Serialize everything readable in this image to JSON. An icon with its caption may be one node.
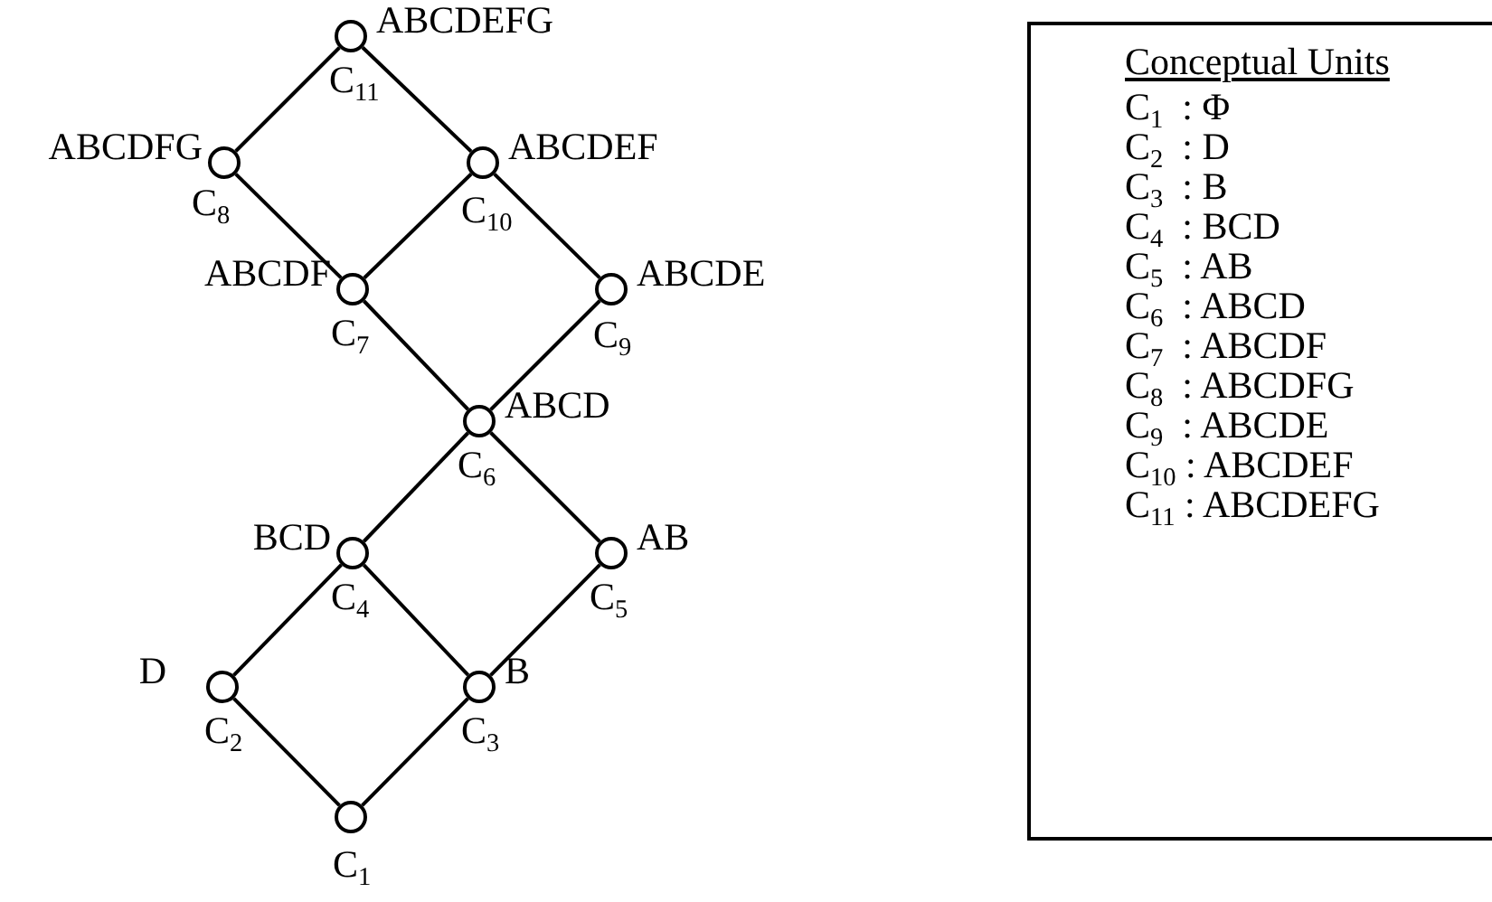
{
  "diagram": {
    "nodes": [
      {
        "text": [
          "ABCDEFG",
          "C$_{11}$"
        ]
      },
      {
        "text": [
          "ABCDFG",
          "C$_{8}$"
        ]
      },
      {
        "text": [
          "ABCDEF",
          "C$_{10}$"
        ]
      },
      {
        "text": [
          "ABCDF",
          "C$_{7}$"
        ]
      },
      {
        "text": [
          "ABCDE",
          "C$_{9}$"
        ]
      },
      {
        "text": [
          "ABCD",
          "C$_{6}$"
        ]
      },
      {
        "text": [
          "BCD",
          "C$_{4}$"
        ]
      },
      {
        "text": [
          "AB",
          "C$_{5}$"
        ]
      },
      {
        "text": [
          "D",
          "C$_{2}$"
        ]
      },
      {
        "text": [
          "B",
          "C$_{3}$"
        ]
      },
      {
        "text": [
          "C$_{1}$"
        ]
      },
      {
        "text": [
          "Conceptual Units",
          "C$_{1}$  : Φ",
          "C$_{2}$  : D",
          "C$_{3}$  : B",
          "C$_{4}$  : BCD",
          "C$_{5}$  : AB",
          "C$_{6}$  : ABCD",
          "C$_{7}$  : ABCDF",
          "C$_{8}$  : ABCDFG",
          "C$_{9}$  : ABCDE",
          "C$_{10}$ : ABCDEF",
          "C$_{11}$ : ABCDEFG"
        ]
      }
    ],
    "edges": [
      {
        "from": 10,
        "to": 8,
        "arrow": "none"
      },
      {
        "from": 10,
        "to": 9,
        "arrow": "none"
      },
      {
        "from": 8,
        "to": 6,
        "arrow": "none"
      },
      {
        "from": 9,
        "to": 6,
        "arrow": "none"
      },
      {
        "from": 9,
        "to": 7,
        "arrow": "none"
      },
      {
        "from": 6,
        "to": 5,
        "arrow": "none"
      },
      {
        "from": 7,
        "to": 5,
        "arrow": "none"
      },
      {
        "from": 5,
        "to": 3,
        "arrow": "none"
      },
      {
        "from": 5,
        "to": 4,
        "arrow": "none"
      },
      {
        "from": 3,
        "to": 1,
        "arrow": "none"
      },
      {
        "from": 3,
        "to": 2,
        "arrow": "none"
      },
      {
        "from": 4,
        "to": 2,
        "arrow": "none"
      },
      {
        "from": 1,
        "to": 0,
        "arrow": "none"
      },
      {
        "from": 2,
        "to": 0,
        "arrow": "none"
      }
    ]
  }
}
